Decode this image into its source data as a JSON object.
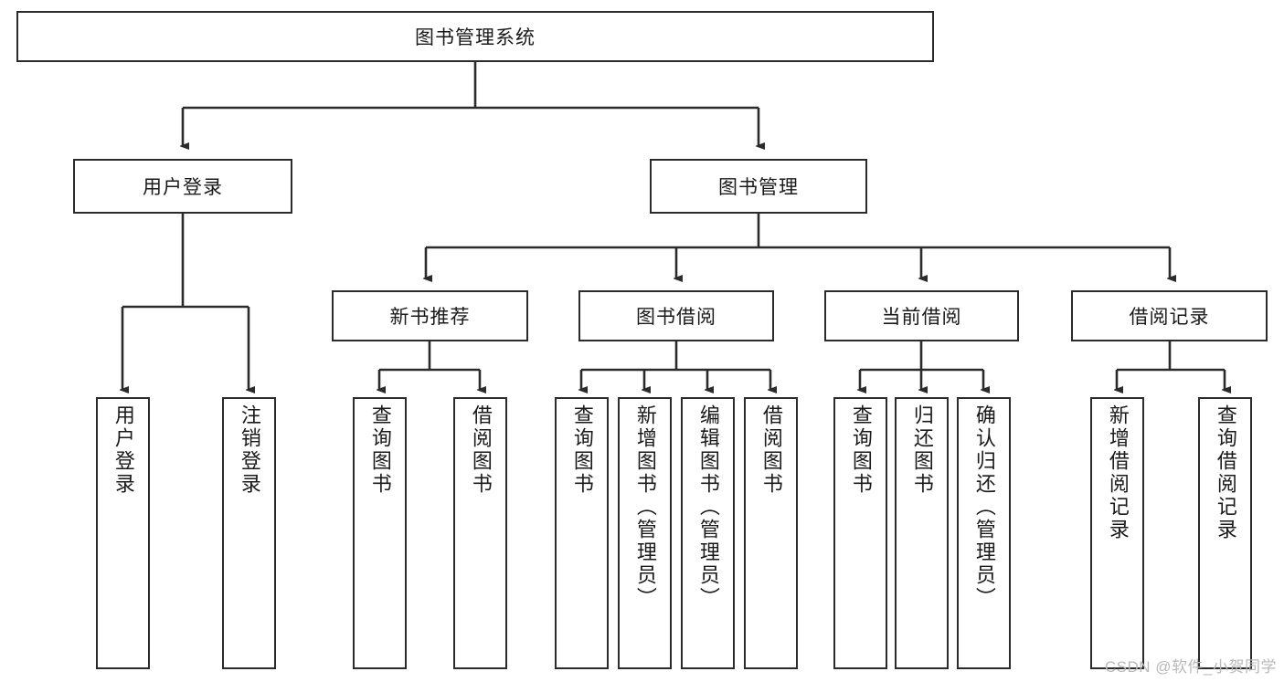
{
  "diagram": {
    "title": "图书管理系统",
    "watermark": "CSDN @软件_小贺同学",
    "colors": {
      "border": "#2b2b2b",
      "background": "#ffffff",
      "text": "#1a1a1a",
      "watermark": "#b9b9b9"
    },
    "root": {
      "label": "图书管理系统"
    },
    "level1": [
      {
        "label": "用户登录"
      },
      {
        "label": "图书管理"
      }
    ],
    "level2": [
      {
        "label": "新书推荐"
      },
      {
        "label": "图书借阅"
      },
      {
        "label": "当前借阅"
      },
      {
        "label": "借阅记录"
      }
    ],
    "leaves": {
      "user_login": [
        {
          "label": "用户登录"
        },
        {
          "label": "注销登录"
        }
      ],
      "new_book": [
        {
          "label": "查询图书"
        },
        {
          "label": "借阅图书"
        }
      ],
      "book_borrow": [
        {
          "label": "查询图书"
        },
        {
          "label": "新增图书（管理员）"
        },
        {
          "label": "编辑图书（管理员）"
        },
        {
          "label": "借阅图书"
        }
      ],
      "current_borrow": [
        {
          "label": "查询图书"
        },
        {
          "label": "归还图书"
        },
        {
          "label": "确认归还（管理员）"
        }
      ],
      "borrow_record": [
        {
          "label": "新增借阅记录"
        },
        {
          "label": "查询借阅记录"
        }
      ]
    }
  }
}
